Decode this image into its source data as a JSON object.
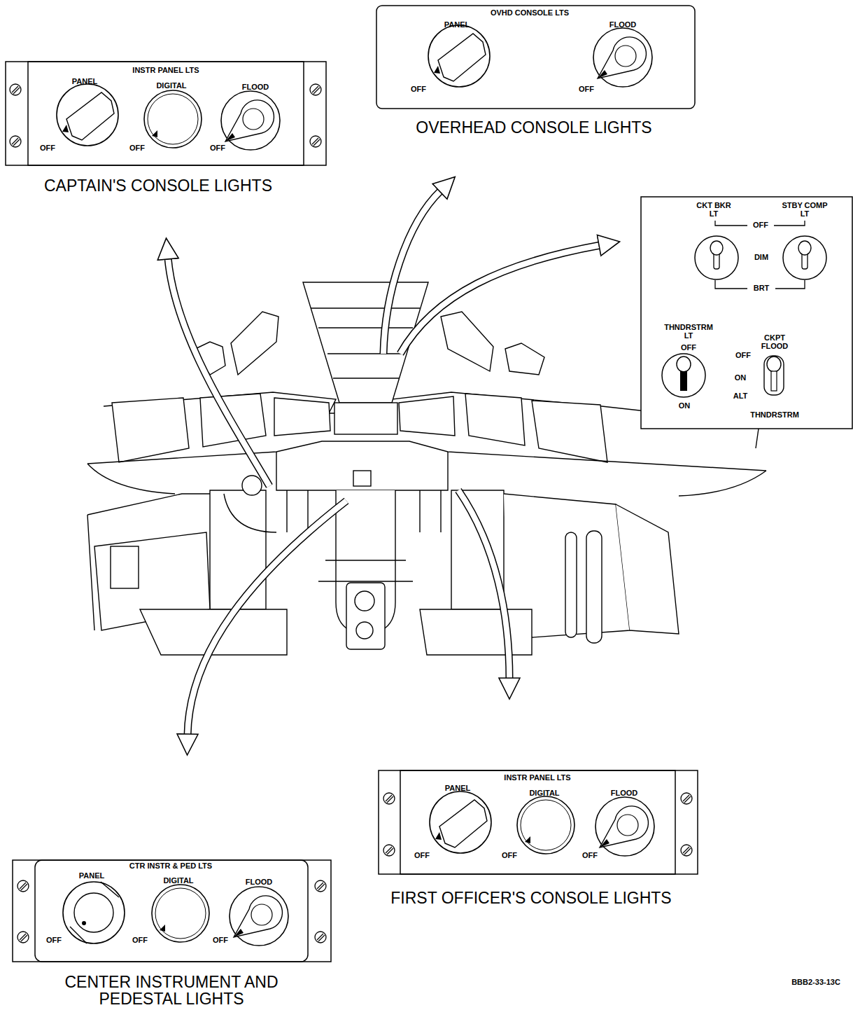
{
  "diagram": {
    "nodes": [
      {
        "text": [
          "INSTR PANEL LTS",
          "PANEL",
          "DIGITAL",
          "FLOOD",
          "OFF",
          "OFF",
          "OFF",
          "CAPTAIN'S CONSOLE LIGHTS"
        ]
      },
      {
        "text": [
          "OVHD CONSOLE LTS",
          "PANEL",
          "FLOOD",
          "OFF",
          "OFF",
          "OVERHEAD CONSOLE LIGHTS"
        ]
      },
      {
        "text": [
          "CKT BKR LT",
          "STBY COMP LT",
          "OFF",
          "DIM",
          "BRT",
          "THNDRSTRM LT",
          "OFF",
          "ON",
          "CKPT FLOOD",
          "OFF",
          "ON",
          "ALT",
          "THNDRSTRM"
        ]
      },
      {
        "text": [
          "INSTR PANEL LTS",
          "PANEL",
          "DIGITAL",
          "FLOOD",
          "OFF",
          "OFF",
          "OFF",
          "FIRST OFFICER'S CONSOLE LIGHTS"
        ]
      },
      {
        "text": [
          "CTR INSTR & PED LTS",
          "PANEL",
          "DIGITAL",
          "FLOOD",
          "OFF",
          "OFF",
          "OFF",
          "CENTER INSTRUMENT AND PEDESTAL LIGHTS"
        ]
      }
    ],
    "labels": [
      "BBB2-33-13C"
    ]
  }
}
